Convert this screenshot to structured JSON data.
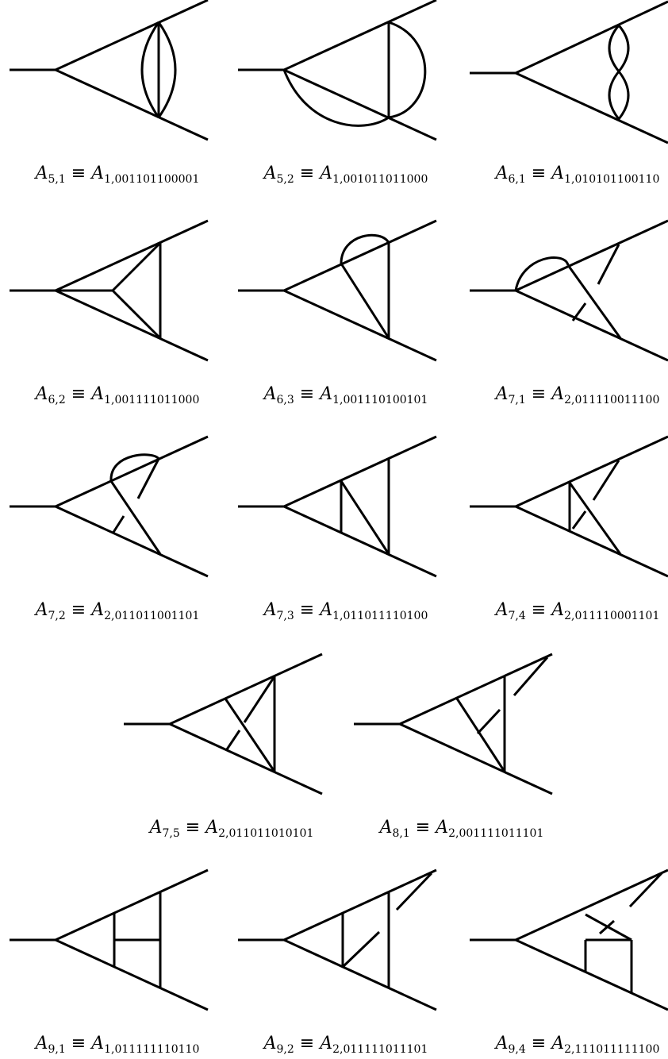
{
  "diagrams": [
    {
      "name": "A",
      "sub": "5,1",
      "rhs": "A",
      "rhs_sub": "1,001101100001"
    },
    {
      "name": "A",
      "sub": "5,2",
      "rhs": "A",
      "rhs_sub": "1,001011011000"
    },
    {
      "name": "A",
      "sub": "6,1",
      "rhs": "A",
      "rhs_sub": "1,010101100110"
    },
    {
      "name": "A",
      "sub": "6,2",
      "rhs": "A",
      "rhs_sub": "1,001111011000"
    },
    {
      "name": "A",
      "sub": "6,3",
      "rhs": "A",
      "rhs_sub": "1,001110100101"
    },
    {
      "name": "A",
      "sub": "7,1",
      "rhs": "A",
      "rhs_sub": "2,011110011100"
    },
    {
      "name": "A",
      "sub": "7,2",
      "rhs": "A",
      "rhs_sub": "2,011011001101"
    },
    {
      "name": "A",
      "sub": "7,3",
      "rhs": "A",
      "rhs_sub": "1,011011110100"
    },
    {
      "name": "A",
      "sub": "7,4",
      "rhs": "A",
      "rhs_sub": "2,011110001101"
    },
    {
      "name": "A",
      "sub": "7,5",
      "rhs": "A",
      "rhs_sub": "2,011011010101"
    },
    {
      "name": "A",
      "sub": "8,1",
      "rhs": "A",
      "rhs_sub": "2,001111011101"
    },
    {
      "name": "A",
      "sub": "9,1",
      "rhs": "A",
      "rhs_sub": "1,011111110110"
    },
    {
      "name": "A",
      "sub": "9,2",
      "rhs": "A",
      "rhs_sub": "2,011111011101"
    },
    {
      "name": "A",
      "sub": "9,4",
      "rhs": "A",
      "rhs_sub": "2,111011111100"
    }
  ],
  "equiv_symbol": "≡"
}
